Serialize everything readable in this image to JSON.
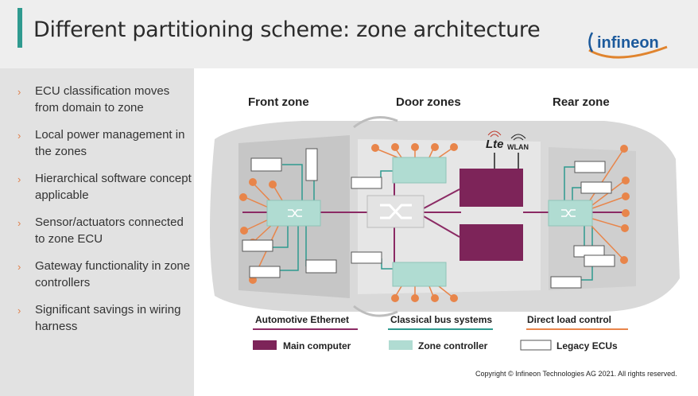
{
  "header": {
    "title": "Different partitioning scheme: zone architecture",
    "logo_text": "infineon"
  },
  "bullets": [
    "ECU classification moves from domain to zone",
    "Local power management in the zones",
    "Hierarchical software concept applicable",
    "Sensor/actuators connected to zone ECU",
    "Gateway functionality in zone controllers",
    "Significant savings in wiring harness"
  ],
  "zones": {
    "front": "Front zone",
    "door": "Door zones",
    "rear": "Rear zone"
  },
  "connectivity": {
    "lte": "Lte",
    "wlan": "WLAN"
  },
  "legend": {
    "ethernet": "Automotive Ethernet",
    "bus": "Classical bus systems",
    "load": "Direct load control",
    "main_computer": "Main computer",
    "zone_controller": "Zone controller",
    "legacy_ecus": "Legacy ECUs"
  },
  "colors": {
    "ethernet": "#8b2a64",
    "bus": "#2f9a8f",
    "load": "#e8854a",
    "main_computer": "#7d2459",
    "zone_controller": "#b0dcd2"
  },
  "copyright": "Copyright © Infineon Technologies AG 2021. All rights reserved."
}
